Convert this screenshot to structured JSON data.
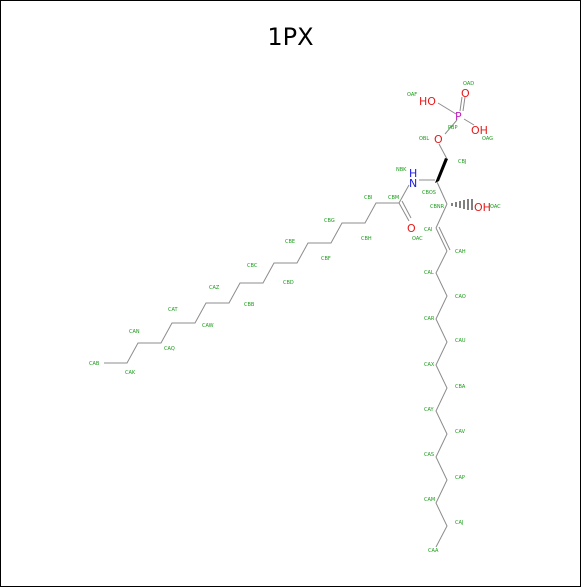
{
  "title": "1PX",
  "colors": {
    "bond": "#8c8c8c",
    "wedge": "#000000",
    "atom_label": "#169a16",
    "oxygen": "#e41a1a",
    "nitrogen": "#1a1ae6",
    "phosphorus": "#c020c0"
  },
  "heteroatoms": {
    "ho_left": "HO",
    "o_top": "O",
    "p": "P",
    "oh_right": "OH",
    "o_ester": "O",
    "nh": "H",
    "n": "N",
    "o_carbonyl": "O",
    "oh_side": "OH"
  },
  "atom_labels": {
    "OAF": "OAF",
    "OAD": "OAD",
    "PBP": "PBP",
    "OAG": "OAG",
    "OBL": "OBL",
    "CBJ": "CBJ",
    "NBK": "NBK",
    "CBO_S": "CBOS",
    "CBN_R": "CBNR",
    "OAC_side": "OAC",
    "CBM": "CBM",
    "CBI": "CBI",
    "CAI": "CAI",
    "OAC_carbonyl": "OAC",
    "CAH": "CAH",
    "CBG": "CBG",
    "CBH": "CBH",
    "CBE": "CBE",
    "CBF": "CBF",
    "CBC": "CBC",
    "CBD": "CBD",
    "CAZ": "CAZ",
    "CBB": "CBB",
    "CAL": "CAL",
    "CAO": "CAO",
    "CAT": "CAT",
    "CAW": "CAW",
    "CAR": "CAR",
    "CAU": "CAU",
    "CAN": "CAN",
    "CAQ": "CAQ",
    "CAB": "CAB",
    "CAK": "CAK",
    "CAX": "CAX",
    "CBA": "CBA",
    "CAY": "CAY",
    "CAV": "CAV",
    "CAS": "CAS",
    "CAP": "CAP",
    "CAM": "CAM",
    "CAJ": "CAJ",
    "CAA": "CAA"
  }
}
